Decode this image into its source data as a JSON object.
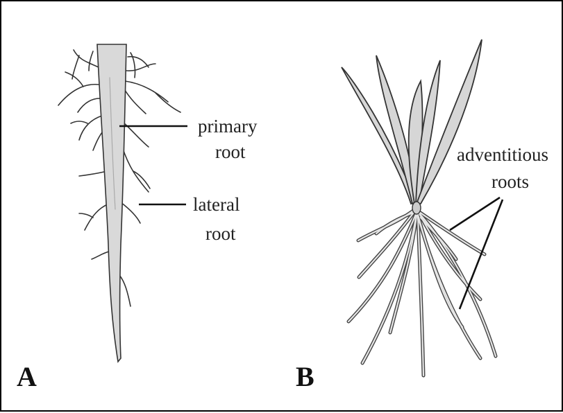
{
  "panel_a": {
    "letter": "A",
    "primary_label_line1": "primary",
    "primary_label_line2": "root",
    "lateral_label_line1": "lateral",
    "lateral_label_line2": "root"
  },
  "panel_b": {
    "letter": "B",
    "adventitious_label_line1": "adventitious",
    "adventitious_label_line2": "roots"
  },
  "colors": {
    "root_fill": "#d9d9d9",
    "outline": "#333333",
    "border": "#000000"
  }
}
